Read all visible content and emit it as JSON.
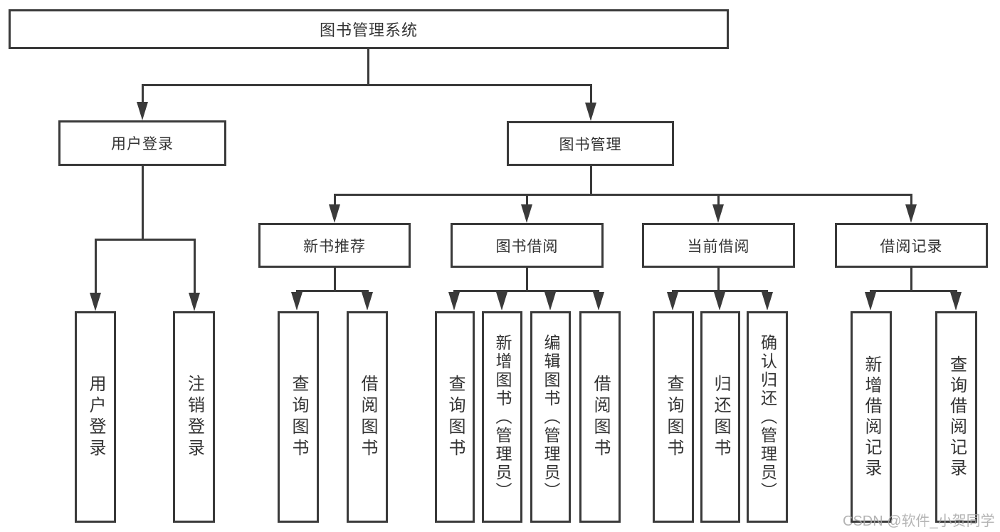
{
  "diagram": {
    "title": "图书管理系统",
    "root": {
      "label": "图书管理系统"
    },
    "level1": [
      {
        "id": "user-login",
        "label": "用户登录",
        "parent": "图书管理系统"
      },
      {
        "id": "book-mgmt",
        "label": "图书管理",
        "parent": "图书管理系统"
      }
    ],
    "level2": [
      {
        "id": "new-book-rec",
        "label": "新书推荐",
        "parent": "图书管理"
      },
      {
        "id": "book-borrow",
        "label": "图书借阅",
        "parent": "图书管理"
      },
      {
        "id": "current-borrow",
        "label": "当前借阅",
        "parent": "图书管理"
      },
      {
        "id": "borrow-records",
        "label": "借阅记录",
        "parent": "图书管理"
      }
    ],
    "leaves": [
      {
        "id": "leaf-user-login",
        "label": "用户登录",
        "parent": "用户登录"
      },
      {
        "id": "leaf-logout",
        "label": "注销登录",
        "parent": "用户登录"
      },
      {
        "id": "leaf-query-books-rec",
        "label": "查询图书",
        "parent": "新书推荐"
      },
      {
        "id": "leaf-borrow-books-rec",
        "label": "借阅图书",
        "parent": "新书推荐"
      },
      {
        "id": "leaf-query-books-borrow",
        "label": "查询图书",
        "parent": "图书借阅"
      },
      {
        "id": "leaf-add-books-admin",
        "label": "新增图书（管理员）",
        "parent": "图书借阅"
      },
      {
        "id": "leaf-edit-books-admin",
        "label": "编辑图书（管理员）",
        "parent": "图书借阅"
      },
      {
        "id": "leaf-borrow-books",
        "label": "借阅图书",
        "parent": "图书借阅"
      },
      {
        "id": "leaf-query-books-current",
        "label": "查询图书",
        "parent": "当前借阅"
      },
      {
        "id": "leaf-return-books",
        "label": "归还图书",
        "parent": "当前借阅"
      },
      {
        "id": "leaf-confirm-return-admin",
        "label": "确认归还（管理员）",
        "parent": "当前借阅"
      },
      {
        "id": "leaf-add-borrow-record",
        "label": "新增借阅记录",
        "parent": "借阅记录"
      },
      {
        "id": "leaf-query-borrow-record",
        "label": "查询借阅记录",
        "parent": "借阅记录"
      }
    ]
  },
  "watermark": "CSDN @软件_小贺同学",
  "colors": {
    "line": "#3a3a3a",
    "text": "#333333",
    "watermark": "#a8a8a8",
    "background": "#ffffff"
  }
}
